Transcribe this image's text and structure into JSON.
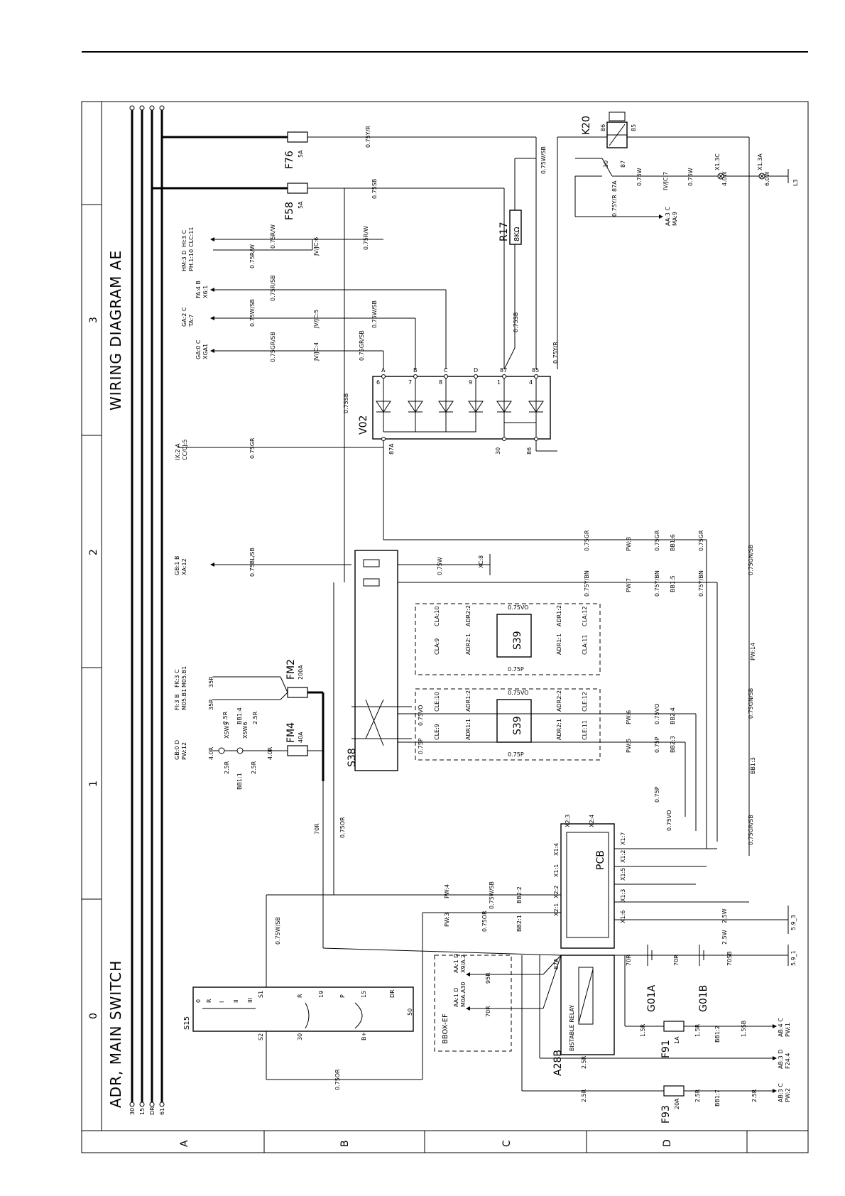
{
  "title": "ADR, MAIN SWITCH",
  "diagram_title": "WIRING DIAGRAM AE",
  "grid": {
    "columns": [
      "0",
      "1",
      "2",
      "3"
    ],
    "rows": [
      "A",
      "B",
      "C",
      "D"
    ]
  },
  "bus_lines": [
    "30",
    "15",
    "DR",
    "61"
  ],
  "components": {
    "F76": {
      "name": "F76",
      "rating": "5A"
    },
    "F58": {
      "name": "F58",
      "rating": "5A"
    },
    "FM2": {
      "name": "FM2",
      "rating": "200A"
    },
    "FM4": {
      "name": "FM4",
      "rating": "40A"
    },
    "F91": {
      "name": "F91",
      "rating": "1A"
    },
    "F93": {
      "name": "F93",
      "rating": "20A"
    },
    "K20": "K20",
    "R17": {
      "name": "R17",
      "value": "8KΩ"
    },
    "V02": "V02",
    "S38": "S38",
    "S39": "S39",
    "PCB": "PCB",
    "A28B": "A28B",
    "bistable_relay": "BISTABLE RELAY",
    "G01A": "G01A",
    "G01B": "G01B",
    "S15": "S15",
    "BBOX_EF": "BBOX-EF"
  },
  "connectors": {
    "hm": "HM:3 D",
    "hm2": "PH.1:10",
    "hi": "HI:3 C",
    "hi2": "CLC:11",
    "fa": "FA:4 B",
    "fa2": "X6:1",
    "ga2c": "GA:2 C",
    "ga2c2": "TA:7",
    "ga0": "GA:0 C",
    "ga02": "XGA1",
    "ix": "IX:2 A",
    "ix2": "CC/CJ:5",
    "gb1": "GB:1 B",
    "gb12": "XA:12",
    "fk": "FK:3 C",
    "fk2": "M05.B1",
    "fi": "FI:3 B",
    "fi2": "M05.B1",
    "gb0": "GB:0 D",
    "gb02": "PW:12",
    "aa3": "AA:3 C",
    "aa32": "MA:9",
    "x13c": "X1.3C",
    "x13a": "X1.3A",
    "l3": "L3",
    "aa1d": "AA:1 D",
    "aa1d2": "X9/A.2",
    "aa1d_b": "AA:1 D",
    "aa1d_b2": "M0A.A30",
    "ab4": "AB:4 C",
    "ab42": "PW:1",
    "ab3": "AB:3 D",
    "ab32": "F24.4",
    "ab3c": "AB:3 C",
    "ab3c2": "PW:2",
    "g59_3": "5.9_3",
    "g59_1": "5.9_1"
  },
  "wires": {
    "w_075yr": "0.75Y/R",
    "w_075w_sb": "0.75W/SB",
    "w_075sb": "0.75SB",
    "w_075rw": "0.75R/W",
    "w_075r_sb": "0.75R/SB",
    "w_075gr_sb": "0.75GR/SB",
    "w_075gr": "0.75GR",
    "w_075bl_sb": "0.75BL/SB",
    "w_075w": "0.75W",
    "w_075y_bn": "0.75Y/BN",
    "w_075vo": "0.75VO",
    "w_075p": "0.75P",
    "w_075gn_sb": "0.75GN/SB",
    "w_075or": "0.75OR",
    "w_70r": "70R",
    "w_35r": "35R",
    "w_25r": "2.5R",
    "w_40r": "4.0R",
    "w_15r": "1.5R",
    "w_15sb": "1.5SB",
    "w_25w": "2.5W",
    "w_40w": "4.0W",
    "w_60w": "6.0W",
    "w_95r": "95R",
    "w_70sb": "70SB"
  },
  "pins": {
    "v02_top": [
      "A",
      "B",
      "C",
      "D",
      "87",
      "85"
    ],
    "v02_num": [
      "6",
      "7",
      "8",
      "9",
      "1",
      "4"
    ],
    "v02_bottom": [
      "87A",
      "30",
      "86"
    ],
    "pcb_left": [
      "X2:3",
      "X2:4"
    ],
    "pcb_right": [
      "X1:7",
      "X1:2",
      "X1:5",
      "X1:3",
      "X1:6"
    ],
    "pcb_top": [
      "X1:4",
      "X1:1",
      "X2:2",
      "X2:1"
    ],
    "k20_pins": [
      "86",
      "85",
      "30",
      "87",
      "87A"
    ]
  },
  "refs": {
    "pw8": "PW:8",
    "pw7": "PW:7",
    "pw6": "PW:6",
    "pw5": "PW:5",
    "pw4": "PW:4",
    "pw3": "PW:3",
    "pw14": "PW:14",
    "bb16": "BB1:6",
    "bb15": "BB1:5",
    "bb24": "BB2:4",
    "bb23": "BB2:3",
    "bb22": "BB2:2",
    "bb21": "BB2:1",
    "bb13": "BB1:3",
    "bb12": "BB1:2",
    "bb17": "BB1:7",
    "bb14": "BB1:4",
    "bb11": "BB1:1",
    "xc8": "XC:8",
    "jvjc": "JV/JC:6",
    "jvjc5": "JV/JC:5",
    "jvjc4": "JV/JC:4",
    "ivjc7": "IV/JC:7",
    "cle": "CLE:9",
    "cle10": "CLE:10",
    "cle11": "CLE:11",
    "cle12": "CLE:12",
    "adr": "ADR1:1",
    "adr12": "ADR1:2",
    "adr21": "ADR2:1",
    "adr22": "ADR2:2",
    "cla9": "CLA:9",
    "cla10": "CLA:10",
    "cla11": "CLA:11",
    "cla12": "CLA:12",
    "xsw5": "XSW5",
    "xsw6": "XSW6"
  },
  "s15_positions": [
    "0",
    "R",
    "I",
    "II",
    "III"
  ],
  "s15_terms": [
    "S1",
    "S2",
    "R",
    "30",
    "19",
    "P",
    "15",
    "B+",
    "DR",
    "50"
  ]
}
